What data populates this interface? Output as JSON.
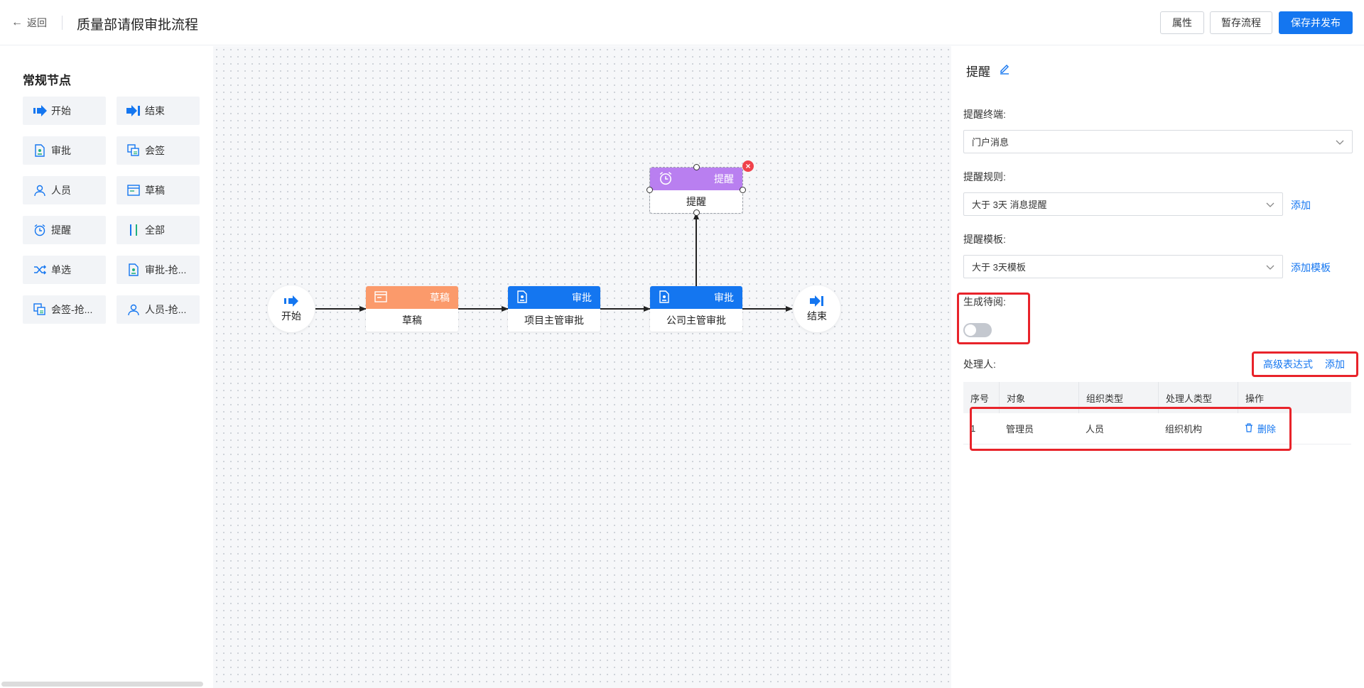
{
  "header": {
    "back_label": "返回",
    "title": "质量部请假审批流程",
    "buttons": {
      "properties": "属性",
      "save_draft": "暂存流程",
      "save_publish": "保存并发布"
    }
  },
  "palette": {
    "title": "常规节点",
    "items": [
      {
        "label": "开始",
        "icon": "start-arrow-icon"
      },
      {
        "label": "结束",
        "icon": "end-arrow-icon"
      },
      {
        "label": "审批",
        "icon": "approval-doc-icon"
      },
      {
        "label": "会签",
        "icon": "countersign-icon"
      },
      {
        "label": "人员",
        "icon": "person-icon"
      },
      {
        "label": "草稿",
        "icon": "draft-icon"
      },
      {
        "label": "提醒",
        "icon": "alarm-clock-icon"
      },
      {
        "label": "全部",
        "icon": "parallel-icon"
      },
      {
        "label": "单选",
        "icon": "shuffle-icon"
      },
      {
        "label": "审批-抢...",
        "icon": "approval-doc-icon"
      },
      {
        "label": "会签-抢...",
        "icon": "countersign-icon"
      },
      {
        "label": "人员-抢...",
        "icon": "person-icon"
      }
    ]
  },
  "flow": {
    "start": {
      "label": "开始"
    },
    "draft": {
      "type_label": "草稿",
      "name": "草稿",
      "color": "#fb9a6b"
    },
    "approve1": {
      "type_label": "审批",
      "name": "项目主管审批",
      "color": "#1476f0"
    },
    "approve2": {
      "type_label": "审批",
      "name": "公司主管审批",
      "color": "#1476f0"
    },
    "remind": {
      "type_label": "提醒",
      "name": "提醒",
      "color": "#b97ff0"
    },
    "end": {
      "label": "结束"
    }
  },
  "panel": {
    "title": "提醒",
    "terminal": {
      "label": "提醒终端:",
      "value": "门户消息"
    },
    "rule": {
      "label": "提醒规则:",
      "value": "大于 3天 消息提醒",
      "add": "添加"
    },
    "template": {
      "label": "提醒模板:",
      "value": "大于 3天模板",
      "add": "添加模板"
    },
    "todo": {
      "label": "生成待阅:",
      "on": false
    },
    "handler": {
      "label": "处理人:",
      "advanced": "高级表达式",
      "add": "添加",
      "columns": [
        "序号",
        "对象",
        "组织类型",
        "处理人类型",
        "操作"
      ],
      "rows": [
        {
          "index": "1",
          "target": "管理员",
          "org_type": "人员",
          "handler_type": "组织机构",
          "action": "删除"
        }
      ]
    }
  },
  "colors": {
    "primary": "#1476f0",
    "highlight": "#e8232a"
  }
}
